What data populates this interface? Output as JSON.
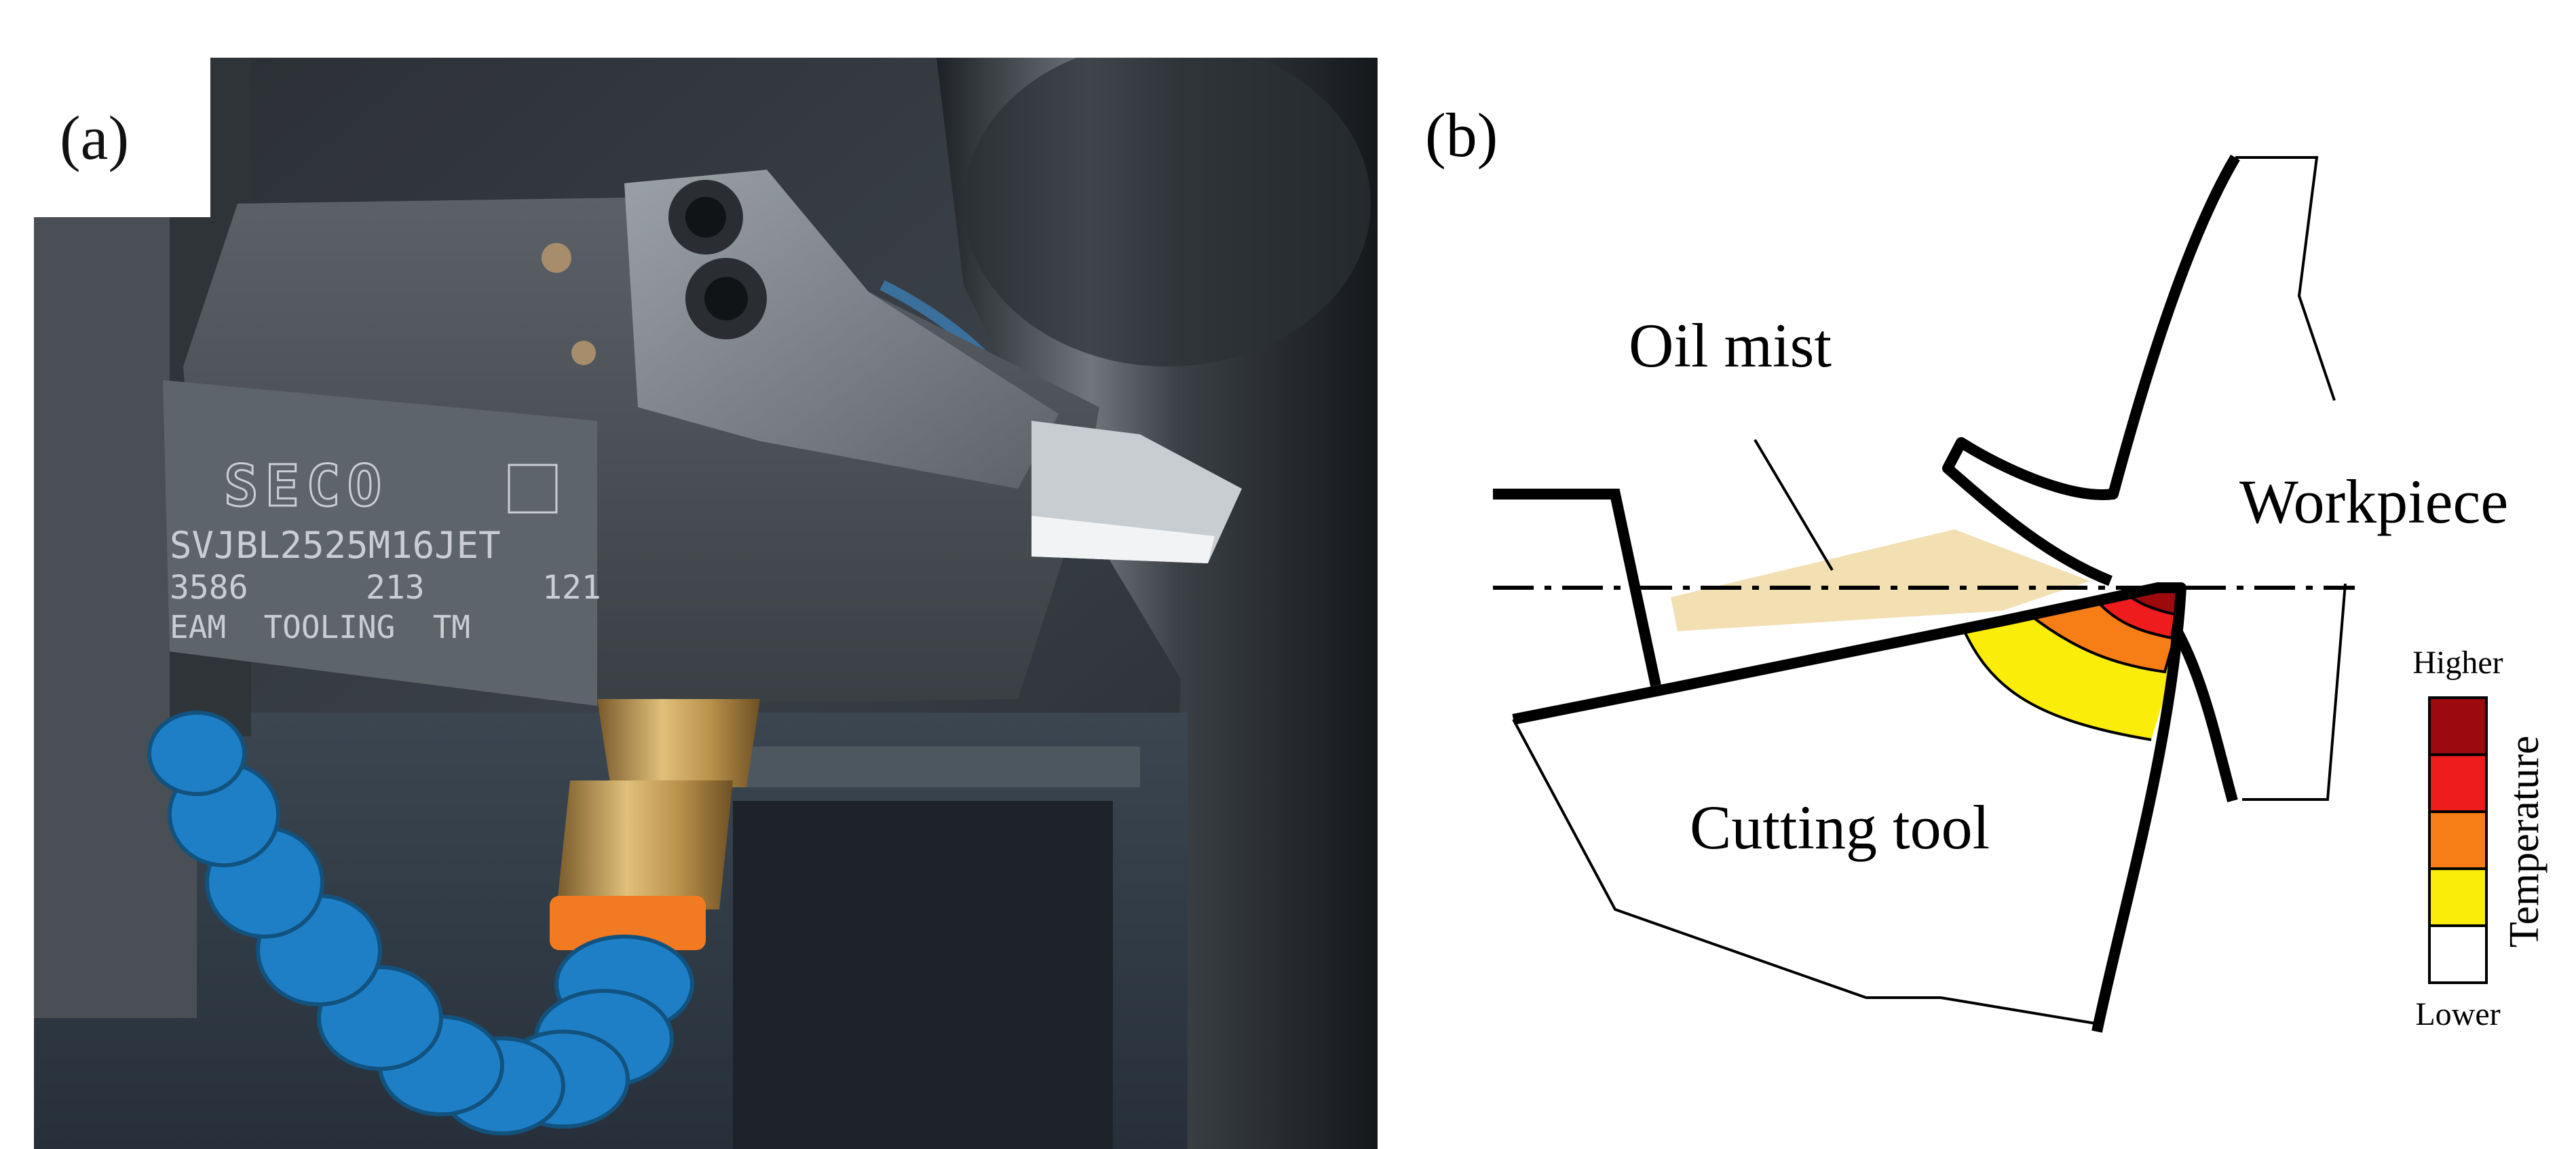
{
  "panel_a": {
    "label": "(a)",
    "holder_text": {
      "brand": "SECO",
      "line1": "SVJBL2525M16JET",
      "line2": "3586      213      121",
      "line3": "EAM  TOOLING  TM"
    }
  },
  "panel_b": {
    "label": "(b)",
    "oil_mist": "Oil mist",
    "workpiece": "Workpiece",
    "cutting_tool": "Cutting tool",
    "scale": {
      "title": "Temperature",
      "higher": "Higher",
      "lower": "Lower",
      "colors": [
        "#9c0a0e",
        "#ee1c1c",
        "#f77d16",
        "#fbed0a",
        "#ffffff"
      ]
    },
    "colors": {
      "oil_mist": "#f2dfb2",
      "zone_yellow": "#fbed0a",
      "zone_orange": "#f77d16",
      "zone_red": "#ee1c1c",
      "zone_dark": "#9c0a0e"
    }
  }
}
